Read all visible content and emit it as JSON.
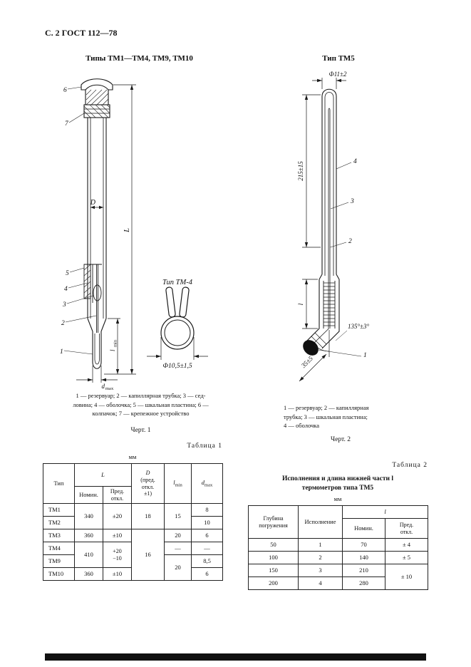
{
  "page": {
    "header": "С. 2 ГОСТ 112—78"
  },
  "fig1": {
    "title": "Типы ТМ1—ТМ4, ТМ9, ТМ10",
    "caption": "Черт. 1",
    "legend": {
      "line1": "1 — резервуар; 2 — капиллярная трубка; 3 — сед-",
      "line2": "ловина; 4 — оболочка; 5 — шкальная пластина; 6 —",
      "line3": "колпачок; 7 — крепежное устройство"
    },
    "labels": {
      "n1": "1",
      "n2": "2",
      "n3": "3",
      "n4": "4",
      "n5": "5",
      "n6": "6",
      "n7": "7"
    },
    "dims": {
      "D": "D",
      "L": "L",
      "l_base": "l",
      "l_sub": "min",
      "d_base": "d",
      "d_sub": "max"
    },
    "tm4": {
      "title": "Тип ТМ-4",
      "dim": "Ф10,5±1,5"
    }
  },
  "fig2": {
    "title": "Тип ТМ5",
    "caption": "Черт. 2",
    "legend": {
      "line1": "1 — резервуар;  2 — капиллярная",
      "line2": "трубка; 3 — шкальная пластина;",
      "line3": "4 — оболочка"
    },
    "labels": {
      "n1": "1",
      "n2": "2",
      "n3": "3",
      "n4": "4"
    },
    "dims": {
      "top": "Ф11±2",
      "height": "215±15",
      "angle": "135°±3°",
      "width": "35±5",
      "l": "l"
    }
  },
  "table1": {
    "caption": "Таблица 1",
    "unit": "мм",
    "headers": {
      "tip": "Тип",
      "L": "L",
      "nomin": "Номин.",
      "pred1": "Пред.",
      "pred2": "откл.",
      "D1": "D",
      "D2": "(пред.",
      "D3": "откл.",
      "D4": "±1)",
      "l_base": "l",
      "l_sub": "min",
      "d_base": "d",
      "d_sub": "max"
    },
    "cells": {
      "tm1": "ТМ1",
      "tm2": "ТМ2",
      "tm3": "ТМ3",
      "tm4": "ТМ4",
      "tm9": "ТМ9",
      "tm10": "ТМ10",
      "L_tm12": "340",
      "Ld_tm12": "±20",
      "D_tm12": "18",
      "l_tm12": "15",
      "d_tm1": "8",
      "d_tm2": "10",
      "L_tm3": "360",
      "Ld_tm3": "±10",
      "l_tm3": "20",
      "d_tm3": "6",
      "L_tm49": "410",
      "Ld_tm49_plus": "+20",
      "Ld_tm49_minus": "−10",
      "D_tm310": "16",
      "l_tm4": "—",
      "d_tm4": "—",
      "l_tm910": "20",
      "d_tm9": "8,5",
      "L_tm10": "360",
      "Ld_tm10": "±10",
      "d_tm10": "6"
    }
  },
  "table2": {
    "caption": "Таблица 2",
    "title1": "Исполнения и длина нижней части l",
    "title2": "термометров типа ТМ5",
    "unit": "мм",
    "headers": {
      "depth1": "Глубина",
      "depth2": "погружения",
      "version": "Исполнение",
      "l": "l",
      "nomin": "Номин.",
      "pred1": "Пред.",
      "pred2": "откл."
    },
    "rows": [
      {
        "depth": "50",
        "version": "1",
        "nomin": "70",
        "pred": "± 4"
      },
      {
        "depth": "100",
        "version": "2",
        "nomin": "140",
        "pred": "± 5"
      },
      {
        "depth": "150",
        "version": "3",
        "nomin": "210",
        "pred": "± 10"
      },
      {
        "depth": "200",
        "version": "4",
        "nomin": "280",
        "pred": ""
      }
    ]
  }
}
